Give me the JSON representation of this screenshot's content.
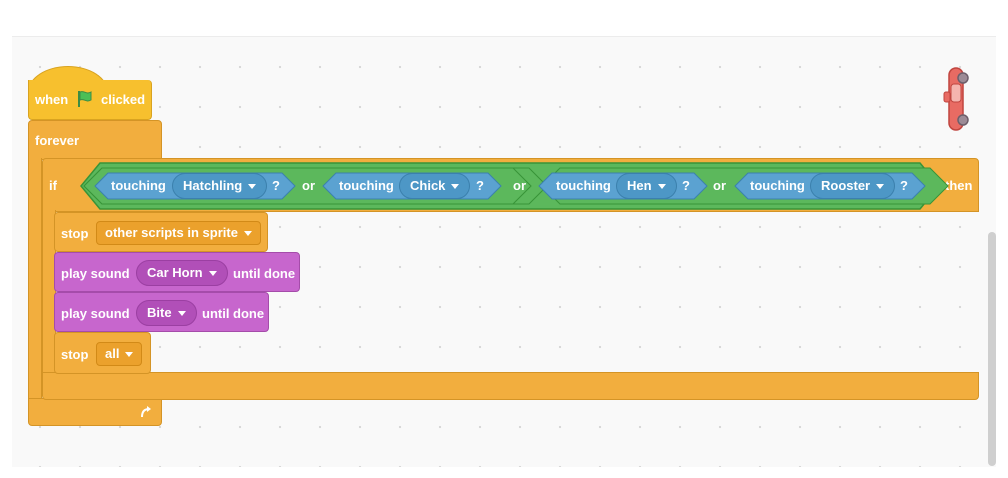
{
  "hat_block": {
    "when": "when",
    "clicked": "clicked",
    "flag_color": "#4cbf56"
  },
  "forever_block": {
    "label": "forever"
  },
  "if_block": {
    "if_label": "if",
    "then_label": "then",
    "or_label": "or",
    "touching_label": "touching",
    "question": "?",
    "targets": [
      "Hatchling",
      "Chick",
      "Hen",
      "Rooster"
    ]
  },
  "stop_block_1": {
    "label": "stop",
    "option": "other scripts in sprite"
  },
  "sound_block_1": {
    "label": "play sound",
    "sound": "Car Horn",
    "suffix": "until done"
  },
  "sound_block_2": {
    "label": "play sound",
    "sound": "Bite",
    "suffix": "until done"
  },
  "stop_block_2": {
    "label": "stop",
    "option": "all"
  },
  "colors": {
    "events": "#f7c02e",
    "control": "#f2ae3e",
    "sound": "#c766cd",
    "sensing": "#5ba2d1",
    "operators": "#5cb85c"
  },
  "sprite": {
    "icon": "car-sprite-icon"
  }
}
